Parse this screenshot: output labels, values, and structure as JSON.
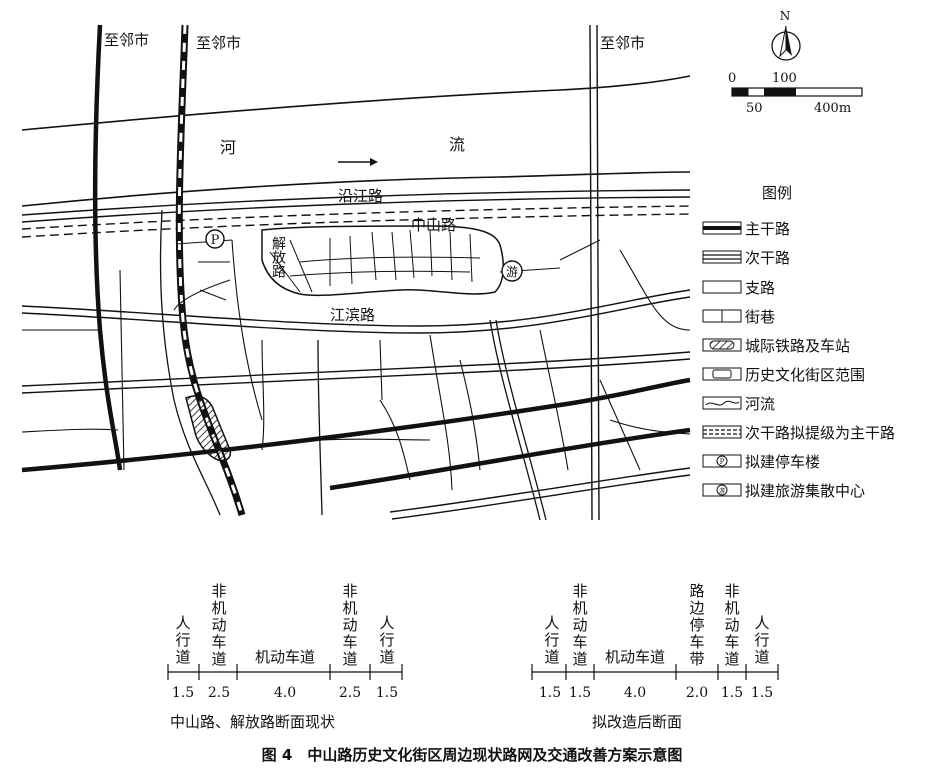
{
  "map": {
    "labels": {
      "to_neighbor_city": "至邻市",
      "river_left": "河",
      "river_right": "流",
      "yanjiang_road": "沿江路",
      "zhongshan_road": "中山路",
      "jiefang_road": "解放路",
      "jiangbin_road": "江滨路",
      "parking_symbol": "P",
      "tourism_symbol": "游"
    },
    "north": "N",
    "scale": {
      "top_0": "0",
      "top_100": "100",
      "bottom_50": "50",
      "bottom_400": "400m"
    }
  },
  "legend": {
    "title": "图例",
    "items": [
      {
        "label": "主干路",
        "icon": "arterial-road-icon"
      },
      {
        "label": "次干路",
        "icon": "secondary-road-icon"
      },
      {
        "label": "支路",
        "icon": "branch-road-icon"
      },
      {
        "label": "街巷",
        "icon": "alley-icon"
      },
      {
        "label": "城际铁路及车站",
        "icon": "railway-station-icon"
      },
      {
        "label": "历史文化街区范围",
        "icon": "historic-district-icon"
      },
      {
        "label": "河流",
        "icon": "river-icon"
      },
      {
        "label": "次干路拟提级为主干路",
        "icon": "upgrade-road-icon"
      },
      {
        "label": "拟建停车楼",
        "icon": "parking-building-icon",
        "symbol": "P"
      },
      {
        "label": "拟建旅游集散中心",
        "icon": "tourism-center-icon",
        "symbol": "游"
      }
    ]
  },
  "sections": {
    "current": {
      "caption": "中山路、解放路断面现状",
      "lanes": [
        {
          "label": "人行道",
          "width": "1.5"
        },
        {
          "label": "非机动车道",
          "width": "2.5"
        },
        {
          "label": "机动车道",
          "width": "4.0"
        },
        {
          "label": "非机动车道",
          "width": "2.5"
        },
        {
          "label": "人行道",
          "width": "1.5"
        }
      ]
    },
    "proposed": {
      "caption": "拟改造后断面",
      "lanes": [
        {
          "label": "人行道",
          "width": "1.5"
        },
        {
          "label": "非机动车道",
          "width": "1.5"
        },
        {
          "label": "机动车道",
          "width": "4.0"
        },
        {
          "label": "路边停车带",
          "width": "2.0"
        },
        {
          "label": "非机动车道",
          "width": "1.5"
        },
        {
          "label": "人行道",
          "width": "1.5"
        }
      ]
    }
  },
  "figure_caption": "图 4　中山路历史文化街区周边现状路网及交通改善方案示意图"
}
